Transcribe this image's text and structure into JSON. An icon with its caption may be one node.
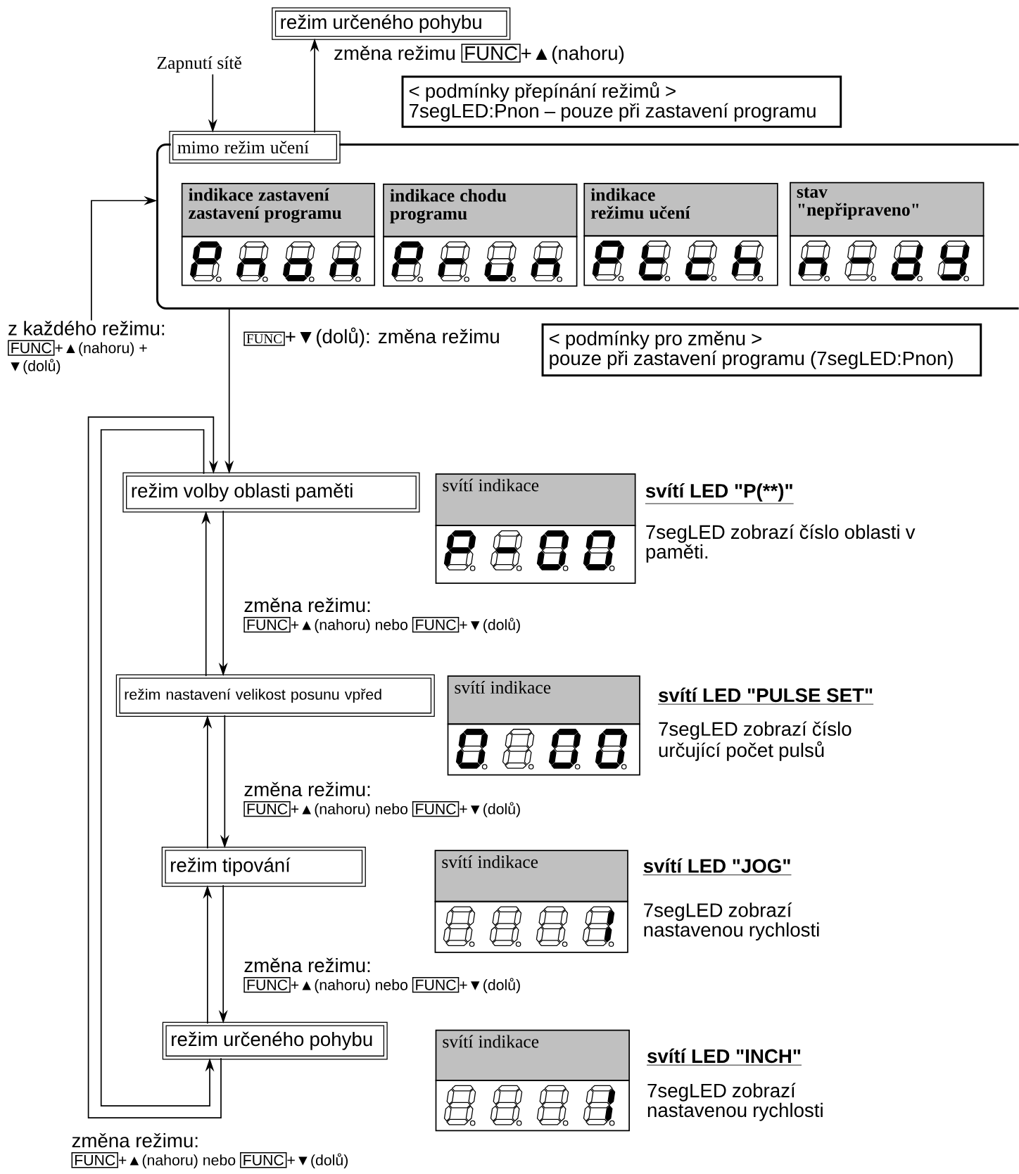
{
  "diagram": {
    "nodes": [
      {
        "text": [
          "režim určeného pohybu"
        ]
      },
      {
        "text": [
          "Zapnutí sítě"
        ]
      },
      {
        "text": [
          "< podmínky přepínání režimů >",
          "7segLED:Pnon – pouze při zastavení programu"
        ]
      },
      {
        "text": [
          "mimo režim učení"
        ]
      },
      {
        "text": [],
        "shape": "box"
      },
      {
        "text": [
          "indikace zastavení zastavení programu"
        ],
        "in": 4
      },
      {
        "text": [
          "indikace chodu programu"
        ],
        "in": 4
      },
      {
        "text": [
          "indikace režimu učení"
        ],
        "in": 4
      },
      {
        "text": [
          "stav \"nepřipraveno\""
        ],
        "in": 4
      },
      {
        "text": [
          "z každého režimu:",
          "FUNC",
          "+▲(nahoru) +",
          "▼(dolů)"
        ]
      },
      {
        "text": [
          "< podmínky pro změnu >",
          "pouze při zastavení programu (7segLED:Pnon)"
        ]
      },
      {
        "text": [
          "režim volby oblasti paměti"
        ]
      },
      {
        "text": [
          "svítí indikace"
        ],
        "beside": [
          "svítí LED \"P(**)\"",
          "7segLED zobrazí číslo oblasti v paměti."
        ]
      },
      {
        "text": [
          "režim nastavení velikost posunu vpřed"
        ]
      },
      {
        "text": [
          "svítí indikace"
        ],
        "beside": [
          "svítí LED \"PULSE SET\"",
          "7segLED zobrazí číslo určující počet pulsů"
        ]
      },
      {
        "text": [
          "režim tipování"
        ]
      },
      {
        "text": [
          "svítí indikace"
        ],
        "beside": [
          "svítí LED \"JOG\"",
          "7segLED zobrazí nastavenou rychlosti"
        ]
      },
      {
        "text": [
          "režim určeného pohybu"
        ]
      },
      {
        "text": [
          "svítí indikace"
        ],
        "beside": [
          "svítí LED \"INCH\"",
          "7segLED zobrazí nastavenou rychlosti"
        ]
      }
    ],
    "edges": [
      {
        "from": 1,
        "to": 3,
        "arrow": "to"
      },
      {
        "from": 3,
        "to": 0,
        "arrow": "to"
      },
      {
        "from": 9,
        "to": 4,
        "arrow": "to"
      },
      {
        "from": 4,
        "to": 11,
        "arrow": "to"
      },
      {
        "from": 13,
        "to": 11,
        "arrow": "to"
      },
      {
        "from": 11,
        "to": 13,
        "arrow": "to"
      },
      {
        "from": 15,
        "to": 13,
        "arrow": "to"
      },
      {
        "from": 13,
        "to": 15,
        "arrow": "to"
      },
      {
        "from": 17,
        "to": 15,
        "arrow": "to"
      },
      {
        "from": 15,
        "to": 17,
        "arrow": "to"
      },
      {
        "from": 17,
        "to": 11,
        "arrow": "to"
      },
      {
        "from": 11,
        "to": 17,
        "arrow": "to"
      }
    ],
    "labels": [
      "změna režimu",
      "FUNC",
      "+▲(nahoru)",
      "FUNC",
      "+▼(dolů): změna režimu",
      "změna režimu:",
      "FUNC",
      "+▲(nahoru) nebo",
      "FUNC",
      "+▼(dolů)",
      "změna režimu:",
      "FUNC",
      "+▲(nahoru) nebo",
      "FUNC",
      "+▼(dolů)",
      "změna režimu:",
      "FUNC",
      "+▲(nahoru) nebo",
      "FUNC",
      "+▼(dolů)",
      "změna režimu:",
      "FUNC",
      "+▲(nahoru) nebo",
      "FUNC",
      "+▼(dolů)"
    ]
  }
}
